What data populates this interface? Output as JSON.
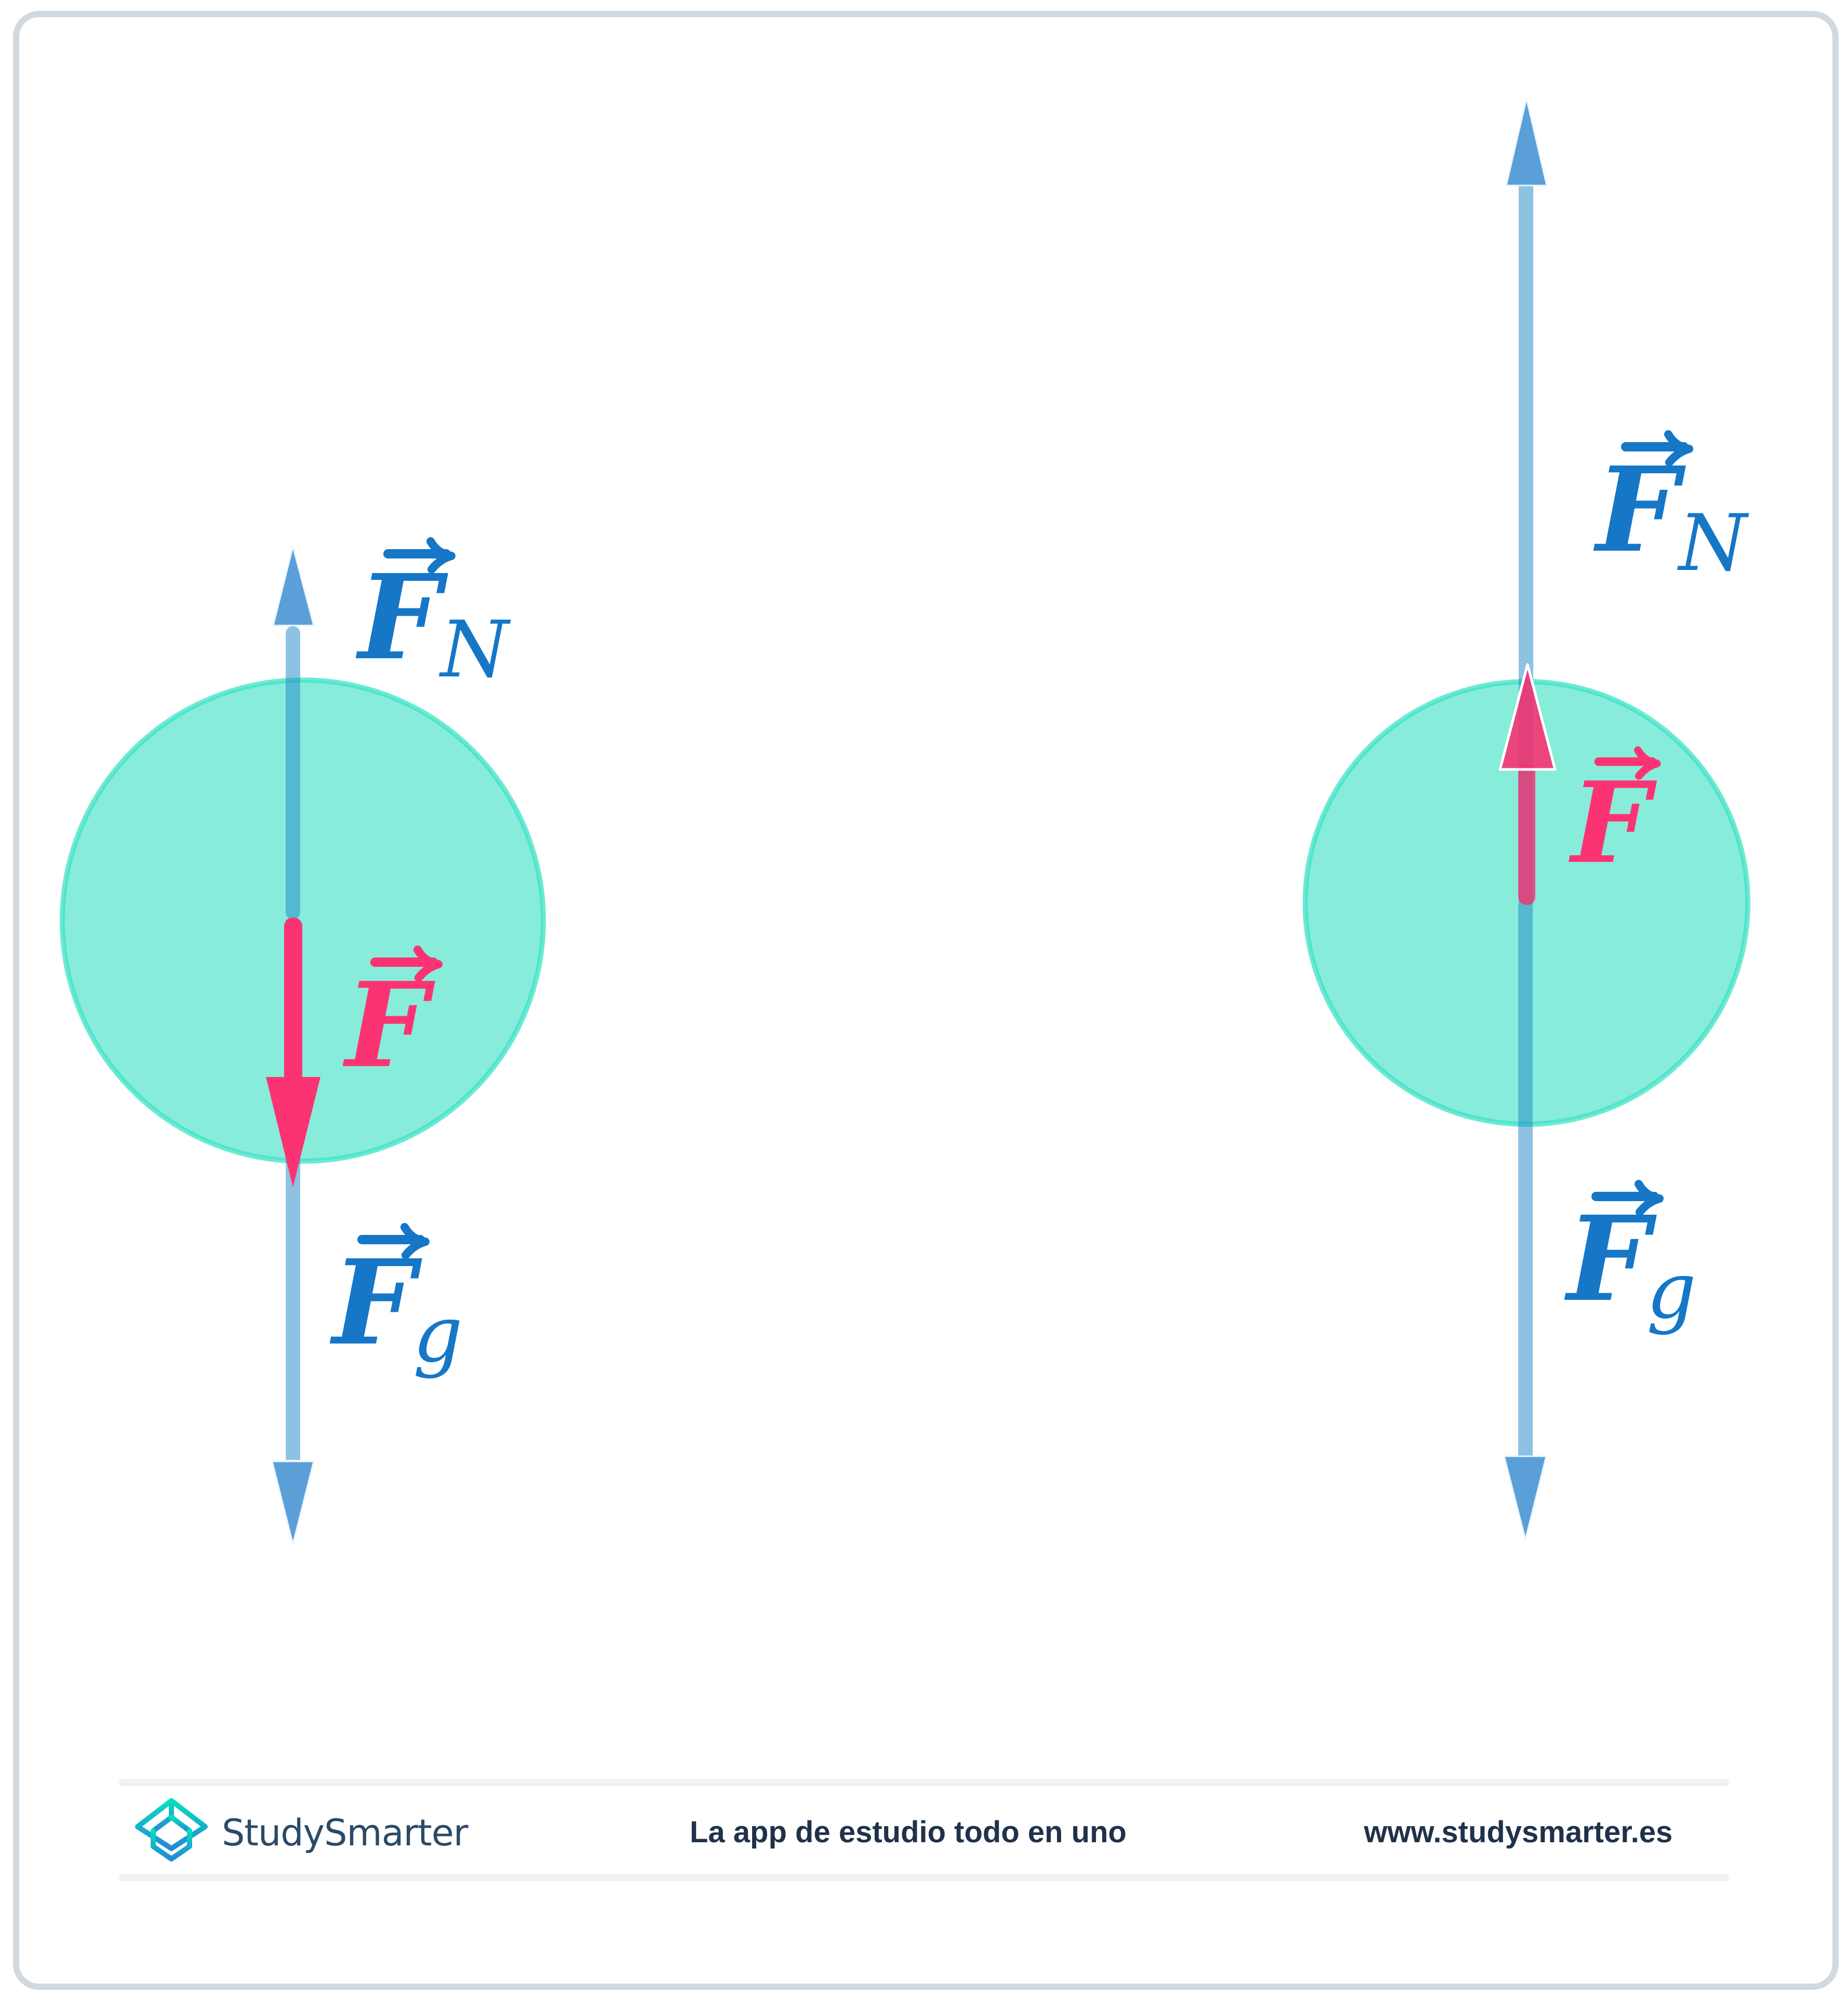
{
  "colors": {
    "frame_border": "#d1d9e0",
    "circle_fill": "#88ecdb",
    "circle_stroke": "#3ee3c6",
    "force_line_blue": "#8fbbe5",
    "arrowhead_blue": "#5a9fd8",
    "label_blue": "#1677c7",
    "force_pink": "#fc3373",
    "footer_text": "#20324a",
    "footer_bar": "#eff1f5"
  },
  "diagrams": [
    {
      "id": "left",
      "description": "Body with normal force, gravity and net force F pointing down",
      "labels": {
        "normal_force": {
          "symbol": "F",
          "subscript": "N"
        },
        "gravity_force": {
          "symbol": "F",
          "subscript": "g"
        },
        "net_force": {
          "symbol": "F",
          "subscript": ""
        }
      },
      "net_force_direction": "down"
    },
    {
      "id": "right",
      "description": "Body with larger normal force, gravity and net force F pointing up",
      "labels": {
        "normal_force": {
          "symbol": "F",
          "subscript": "N"
        },
        "gravity_force": {
          "symbol": "F",
          "subscript": "g"
        },
        "net_force": {
          "symbol": "F",
          "subscript": ""
        }
      },
      "net_force_direction": "up"
    }
  ],
  "footer": {
    "brand": "StudySmarter",
    "tagline": "La app de estudio todo en uno",
    "website": "www.studysmarter.es",
    "logo_icon": "studysmarter-box-logo-icon"
  }
}
